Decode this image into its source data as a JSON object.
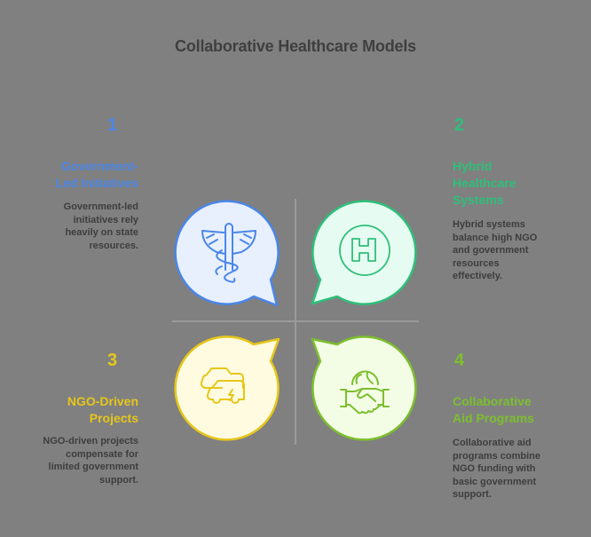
{
  "title": "Collaborative Healthcare Models",
  "quadrants": [
    {
      "number": "1",
      "heading_lines": [
        "Government-",
        "Led Initiatives"
      ],
      "description_lines": [
        "Government-led",
        "initiatives rely",
        "heavily on state",
        "resources."
      ],
      "icon": "caduceus-icon",
      "color": "#4a86e8",
      "fill": "#e8f0fe"
    },
    {
      "number": "2",
      "heading_lines": [
        "Hybrid",
        "Healthcare",
        "Systems"
      ],
      "description_lines": [
        "Hybrid systems",
        "balance high NGO",
        "and government",
        "resources",
        "effectively."
      ],
      "icon": "hospital-h-icon",
      "color": "#2ebf7a",
      "fill": "#e6fbf1"
    },
    {
      "number": "3",
      "heading_lines": [
        "NGO-Driven",
        "Projects"
      ],
      "description_lines": [
        "NGO-driven projects",
        "compensate for",
        "limited government",
        "support."
      ],
      "icon": "ambulance-vehicles-icon",
      "color": "#e6c619",
      "fill": "#fefbe0"
    },
    {
      "number": "4",
      "heading_lines": [
        "Collaborative",
        "Aid Programs"
      ],
      "description_lines": [
        "Collaborative aid",
        "programs combine",
        "NGO funding with",
        "basic government",
        "support."
      ],
      "icon": "handshake-globe-icon",
      "color": "#7cbf2e",
      "fill": "#f3fde5"
    }
  ]
}
